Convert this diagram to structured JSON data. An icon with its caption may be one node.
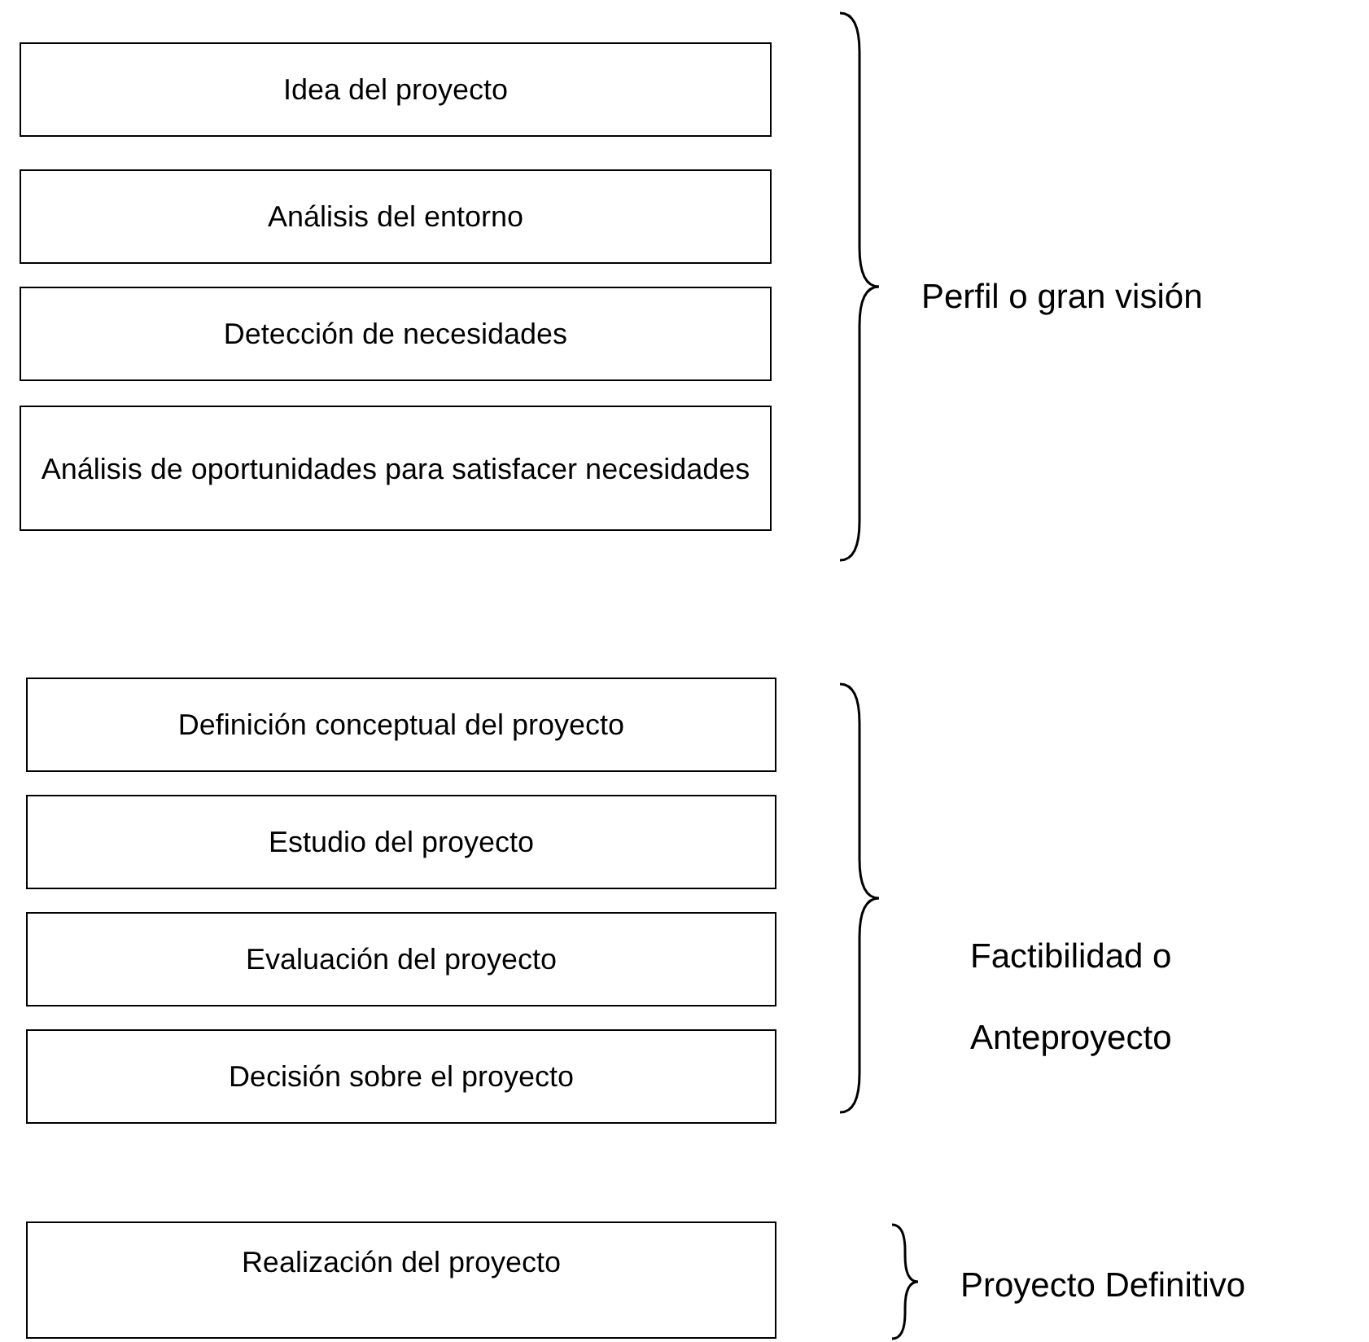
{
  "diagram": {
    "nodes": [
      {
        "text": [
          "Idea del proyecto"
        ]
      },
      {
        "text": [
          "Análisis del entorno"
        ]
      },
      {
        "text": [
          "Detección de necesidades"
        ]
      },
      {
        "text": [
          "Análisis de oportunidades para satisfacer necesidades"
        ]
      },
      {
        "text": [
          "Definición conceptual del proyecto"
        ]
      },
      {
        "text": [
          "Estudio del proyecto"
        ]
      },
      {
        "text": [
          "Evaluación del proyecto"
        ]
      },
      {
        "text": [
          "Decisión sobre el proyecto"
        ]
      },
      {
        "text": [
          "Realización del proyecto"
        ]
      }
    ],
    "labels": [
      "Perfil o gran visión",
      "Factibilidad o Anteproyecto",
      "Proyecto Definitivo"
    ]
  }
}
